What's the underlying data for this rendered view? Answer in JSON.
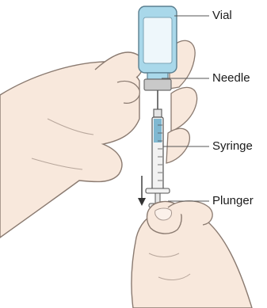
{
  "labels": {
    "vial": "Vial",
    "needle": "Needle",
    "syringe": "Syringe",
    "plunger": "Plunger"
  },
  "colors": {
    "skin": "#f8e8dc",
    "skin_outline": "#8a7a70",
    "vial_glass": "#a9d8ea",
    "vial_label": "#eef7fb",
    "cap_metal": "#c9c9c9",
    "syringe_barrel": "#f2f2f2",
    "liquid": "#7fb8d1",
    "line": "#555555",
    "text": "#1a1a1a"
  }
}
